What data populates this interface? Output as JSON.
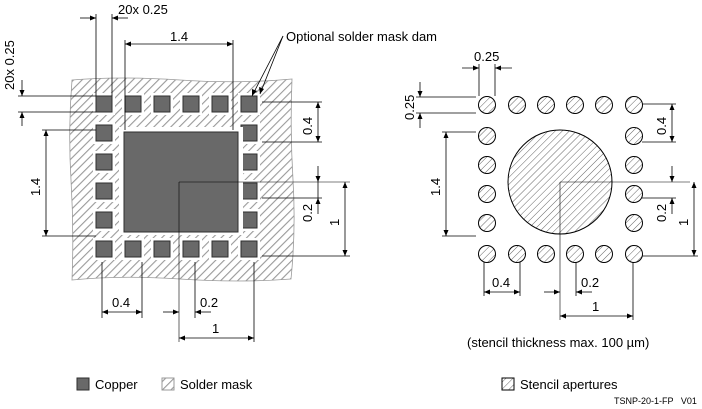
{
  "colors": {
    "copper": "#696969",
    "copper_stroke": "#2e2e2e",
    "mask_hatch": "#9a9a9a",
    "background": "#ffffff"
  },
  "labels": {
    "pitch_count": "20x 0.25",
    "pitch_count_vertical": "20x 0.25",
    "optional_dam": "Optional solder mask dam",
    "stencil_note": "(stencil thickness max. 100 µm)",
    "footer_code": "TSNP-20-1-FP   V01"
  },
  "dims": {
    "left": {
      "top_span": "1.4",
      "left_span": "1.4",
      "right_pitch": "0.4",
      "right_pad": "0.2",
      "right_offset": "1",
      "bottom_pitch": "0.4",
      "bottom_pad": "0.2",
      "bottom_offset": "1"
    },
    "right": {
      "pad_width": "0.25",
      "pad_height": "0.25",
      "left_span": "1.4",
      "right_pitch": "0.4",
      "right_pad": "0.2",
      "right_offset": "1",
      "bottom_pitch": "0.4",
      "bottom_pad": "0.2",
      "bottom_offset": "1"
    }
  },
  "legend": {
    "copper": "Copper",
    "solder_mask": "Solder mask",
    "stencil_apertures": "Stencil apertures"
  }
}
